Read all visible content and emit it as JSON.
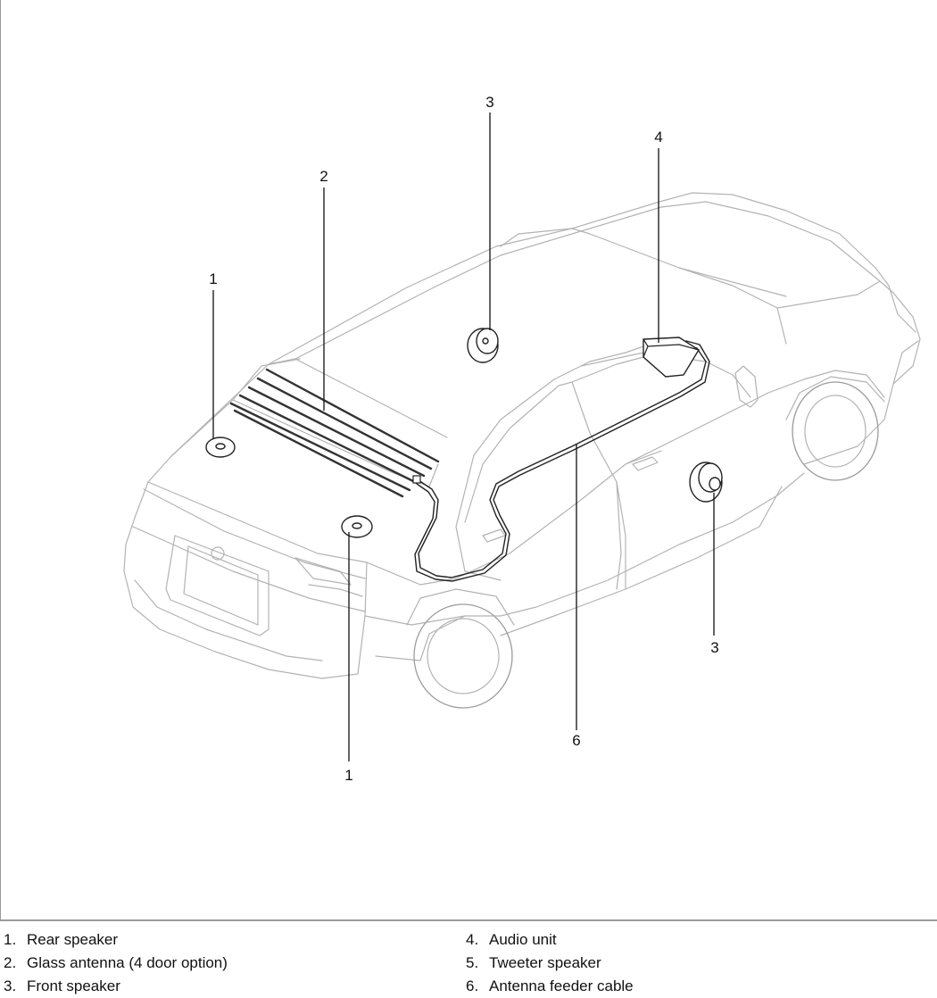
{
  "diagram": {
    "callouts": [
      "1",
      "2",
      "3",
      "4",
      "3",
      "1",
      "6"
    ]
  },
  "legend": {
    "items": [
      {
        "num": "1.",
        "text": "Rear speaker"
      },
      {
        "num": "2.",
        "text": "Glass antenna (4 door option)"
      },
      {
        "num": "3.",
        "text": "Front speaker"
      },
      {
        "num": "4.",
        "text": "Audio unit"
      },
      {
        "num": "5.",
        "text": "Tweeter speaker"
      },
      {
        "num": "6.",
        "text": "Antenna feeder cable"
      }
    ]
  }
}
